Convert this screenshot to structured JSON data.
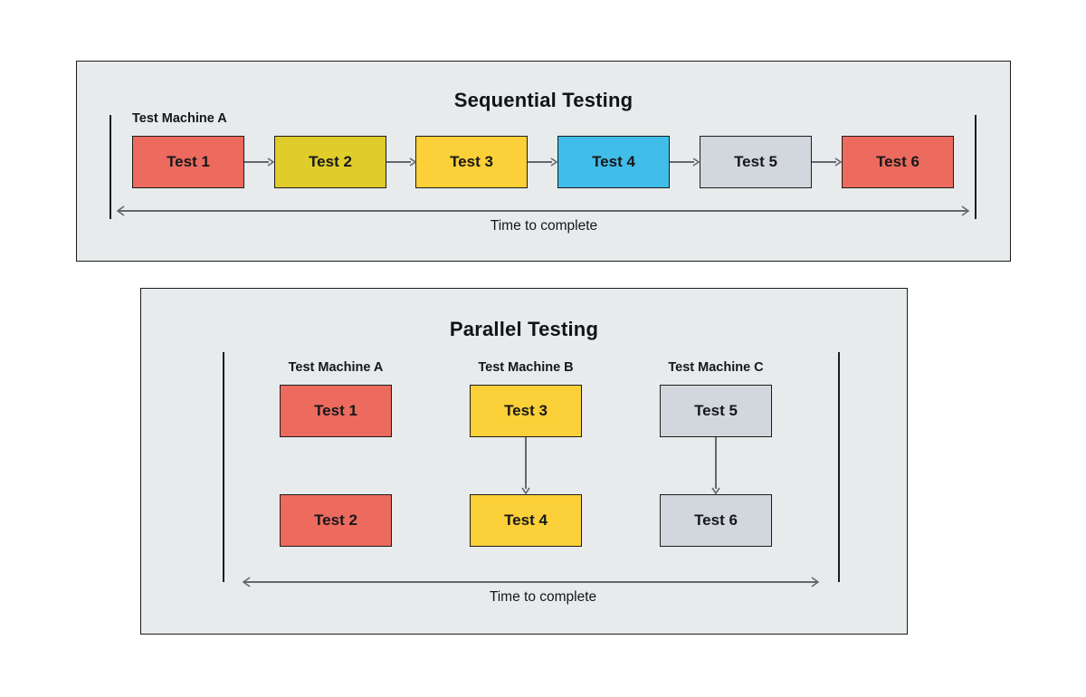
{
  "colors": {
    "panel_bg": "#e8ebec",
    "page_bg": "#ffffff",
    "border": "#1c1c1c",
    "arrow": "#63686e",
    "red": "#ec6b5e",
    "olive_yellow": "#e0cc2b",
    "gold": "#fcd039",
    "blue": "#40bde8",
    "gray": "#d2d7dd",
    "text": "#16181a"
  },
  "sequential": {
    "title": "Sequential Testing",
    "machine_label": "Test Machine A",
    "time_caption": "Time to complete",
    "boxes": [
      {
        "label": "Test 1",
        "color": "#ec6b5e"
      },
      {
        "label": "Test 2",
        "color": "#e0cc2b"
      },
      {
        "label": "Test 3",
        "color": "#fcd039"
      },
      {
        "label": "Test 4",
        "color": "#40bde8"
      },
      {
        "label": "Test 5",
        "color": "#d2d7dd"
      },
      {
        "label": "Test 6",
        "color": "#ec6b5e"
      }
    ]
  },
  "parallel": {
    "title": "Parallel Testing",
    "time_caption": "Time to complete",
    "machines": [
      {
        "label": "Test Machine A",
        "has_connector": false,
        "boxes": [
          {
            "label": "Test 1",
            "color": "#ec6b5e"
          },
          {
            "label": "Test 2",
            "color": "#ec6b5e"
          }
        ]
      },
      {
        "label": "Test Machine B",
        "has_connector": true,
        "boxes": [
          {
            "label": "Test 3",
            "color": "#fcd039"
          },
          {
            "label": "Test 4",
            "color": "#fcd039"
          }
        ]
      },
      {
        "label": "Test Machine C",
        "has_connector": true,
        "boxes": [
          {
            "label": "Test 5",
            "color": "#d2d7dd"
          },
          {
            "label": "Test 6",
            "color": "#d2d7dd"
          }
        ]
      }
    ]
  }
}
